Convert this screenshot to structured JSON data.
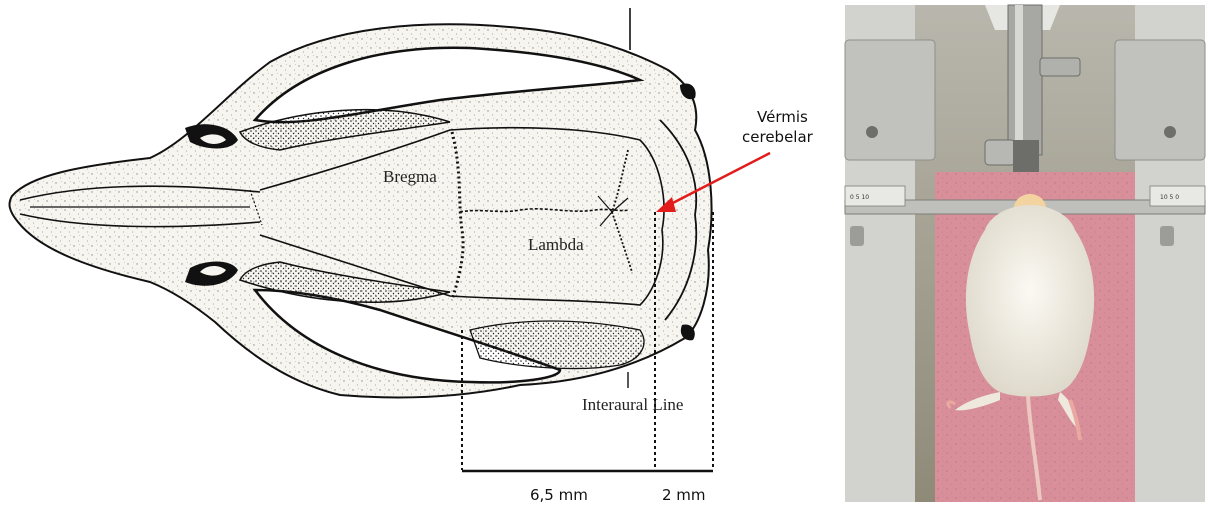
{
  "skull_labels": {
    "bregma": "Bregma",
    "lambda": "Lambda",
    "interaural": "Interaural Line"
  },
  "callout": {
    "line1": "Vérmis",
    "line2": "cerebelar"
  },
  "measurements": {
    "left": "6,5 mm",
    "right": "2 mm"
  },
  "photo": {
    "scale_left": "0  5  10",
    "scale_right": "10  5  0"
  },
  "colors": {
    "arrow": "#e21b1b",
    "bone": "#f7f5ef",
    "foam_pad": "#d98f9a",
    "rat_fur": "#f2efe6",
    "frame_metal": "#c9cac6"
  }
}
